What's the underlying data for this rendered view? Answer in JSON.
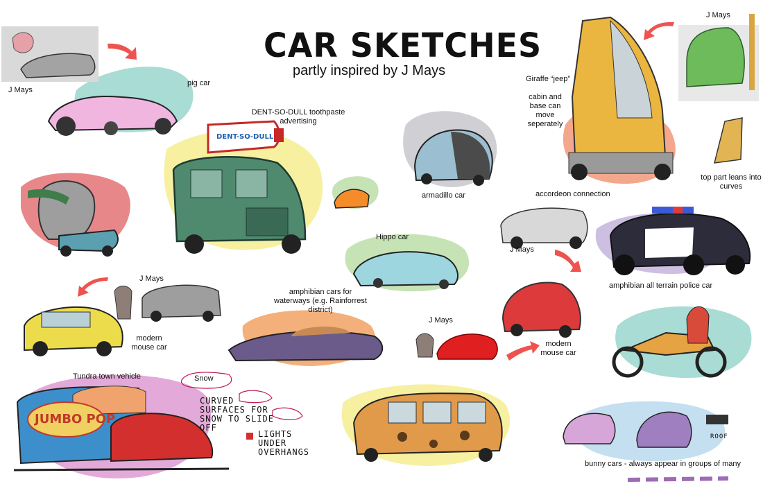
{
  "header": {
    "title": "CAR SKETCHES",
    "subtitle": "partly inspired by J Mays"
  },
  "labels": {
    "jmays_top_left": "J Mays",
    "pig_car": "pig car",
    "dent_so_dull": "DENT-SO-DULL toothpaste advertising",
    "armadillo_car": "armadillo car",
    "giraffe_jeep": "Giraffe “jeep”",
    "cabin_base": "cabin and base can move seperately",
    "jmays_top_right": "J Mays",
    "top_part_leans": "top part leans into curves",
    "accordeon": "accordeon connection",
    "hippo_car": "Hippo car",
    "jmays_police": "J Mays",
    "police_car": "amphibian all terrain police car",
    "jmays_mouse_left": "J Mays",
    "amphibian_cars": "amphibian cars for waterways (e.g. Rainforrest district)",
    "modern_mouse_car_left": "modern mouse car",
    "jmays_mouse_mid": "J Mays",
    "modern_mouse_car_right": "modern mouse car",
    "tundra_town": "Tundra town vehicle",
    "snow": "Snow",
    "curved_surfaces": "CURVED SURFACES FOR SNOW TO SLIDE OFF",
    "lights_under": "LIGHTS UNDER OVERHANGS",
    "bunny_cars": "bunny cars - always appear in groups of many",
    "roof": "ROOF",
    "truck_sign": "JUMBO POP",
    "tube_text": "DENT-SO-DULL"
  },
  "colors": {
    "teal_blob": "#a8dcd4",
    "yellow_blob": "#f6f0a0",
    "red_blob": "#e8878a",
    "green_blob": "#c6e3b6",
    "orange_blob": "#f4b07a",
    "grey_blob": "#cfcfd4",
    "purple_blob": "#cdbfe2",
    "pink_blob": "#e3a9d8",
    "blue_blob": "#c4dff0",
    "accent_arrow": "#ef5350"
  }
}
